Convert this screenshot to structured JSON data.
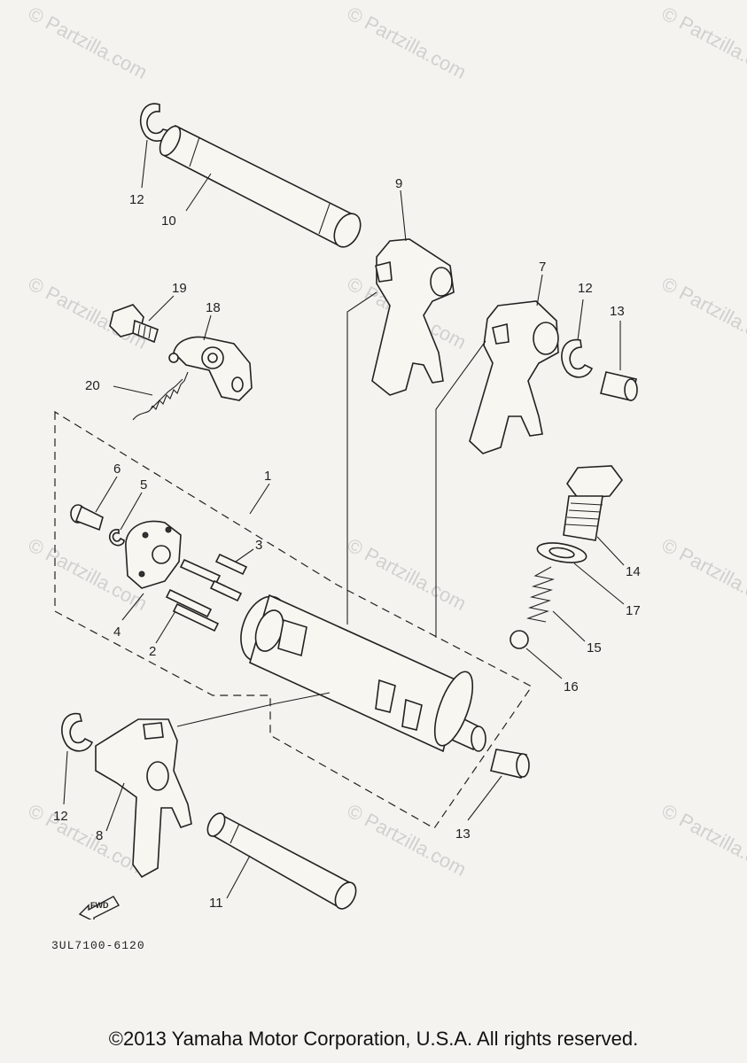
{
  "diagram": {
    "callouts": {
      "c1": "1",
      "c2": "2",
      "c3": "3",
      "c4": "4",
      "c5": "5",
      "c6": "6",
      "c7": "7",
      "c8": "8",
      "c9": "9",
      "c10": "10",
      "c11": "11",
      "c12a": "12",
      "c12b": "12",
      "c12c": "12",
      "c13a": "13",
      "c13b": "13",
      "c14": "14",
      "c15": "15",
      "c16": "16",
      "c17": "17",
      "c18": "18",
      "c19": "19",
      "c20": "20"
    },
    "fwd_label": "FWD",
    "drawing_code": "3UL7100-6120",
    "watermark": "© Partzilla.com",
    "copyright": "©2013 Yamaha Motor Corporation, U.S.A. All rights reserved."
  }
}
